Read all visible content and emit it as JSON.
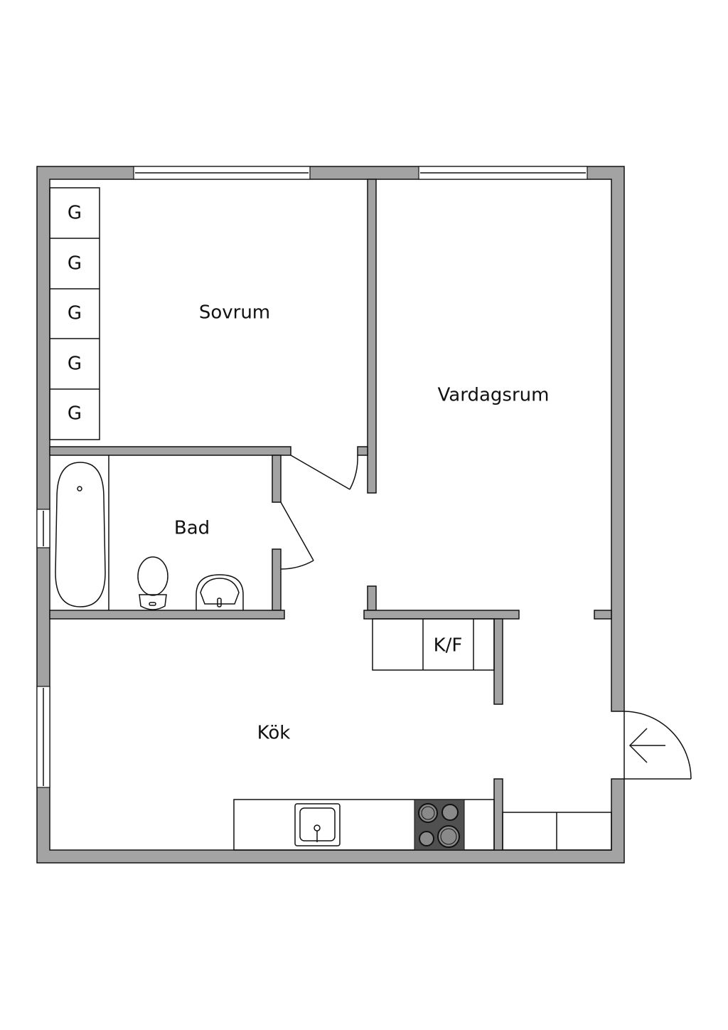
{
  "rooms": {
    "bedroom": "Sovrum",
    "living_room": "Vardagsrum",
    "bathroom": "Bad",
    "kitchen": "Kök",
    "fridge_freezer": "K/F",
    "wardrobe": "G"
  },
  "colors": {
    "wall": "#a3a3a3",
    "stove": "#505050",
    "line": "#111111"
  }
}
